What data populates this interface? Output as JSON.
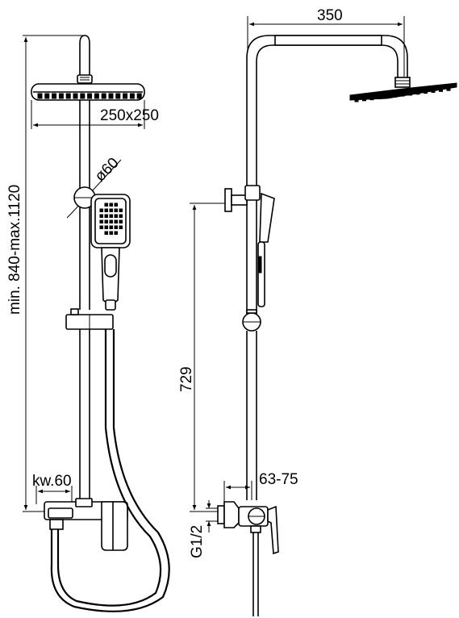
{
  "dimensions": {
    "height_range": "min. 840-max.1120",
    "head_size": "250x250",
    "handset_diameter": "ø60",
    "spacing": "kw.60",
    "arm_length": "350",
    "mixer_to_holder": "729",
    "wall_offset": "63-75",
    "thread": "G1/2"
  },
  "colors": {
    "line": "#000000",
    "background": "#ffffff"
  }
}
